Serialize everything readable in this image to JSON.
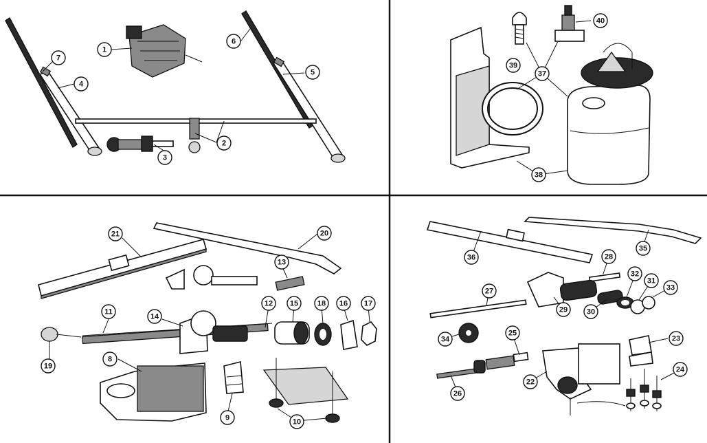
{
  "callouts": [
    {
      "id": "1",
      "label": "1"
    },
    {
      "id": "2",
      "label": "2"
    },
    {
      "id": "3",
      "label": "3"
    },
    {
      "id": "4",
      "label": "4"
    },
    {
      "id": "5",
      "label": "5"
    },
    {
      "id": "6",
      "label": "6"
    },
    {
      "id": "7",
      "label": "7"
    },
    {
      "id": "8",
      "label": "8"
    },
    {
      "id": "9",
      "label": "9"
    },
    {
      "id": "10",
      "label": "10"
    },
    {
      "id": "11",
      "label": "11"
    },
    {
      "id": "12",
      "label": "12"
    },
    {
      "id": "13",
      "label": "13"
    },
    {
      "id": "14",
      "label": "14"
    },
    {
      "id": "15",
      "label": "15"
    },
    {
      "id": "16",
      "label": "16"
    },
    {
      "id": "17",
      "label": "17"
    },
    {
      "id": "18",
      "label": "18"
    },
    {
      "id": "19",
      "label": "19"
    },
    {
      "id": "20",
      "label": "20"
    },
    {
      "id": "21",
      "label": "21"
    },
    {
      "id": "22",
      "label": "22"
    },
    {
      "id": "23",
      "label": "23"
    },
    {
      "id": "24",
      "label": "24"
    },
    {
      "id": "25",
      "label": "25"
    },
    {
      "id": "26",
      "label": "26"
    },
    {
      "id": "27",
      "label": "27"
    },
    {
      "id": "28",
      "label": "28"
    },
    {
      "id": "29",
      "label": "29"
    },
    {
      "id": "30",
      "label": "30"
    },
    {
      "id": "31",
      "label": "31"
    },
    {
      "id": "32",
      "label": "32"
    },
    {
      "id": "33",
      "label": "33"
    },
    {
      "id": "34",
      "label": "34"
    },
    {
      "id": "35",
      "label": "35"
    },
    {
      "id": "36",
      "label": "36"
    },
    {
      "id": "37",
      "label": "37"
    },
    {
      "id": "38",
      "label": "38"
    },
    {
      "id": "39",
      "label": "39"
    },
    {
      "id": "40",
      "label": "40"
    }
  ]
}
